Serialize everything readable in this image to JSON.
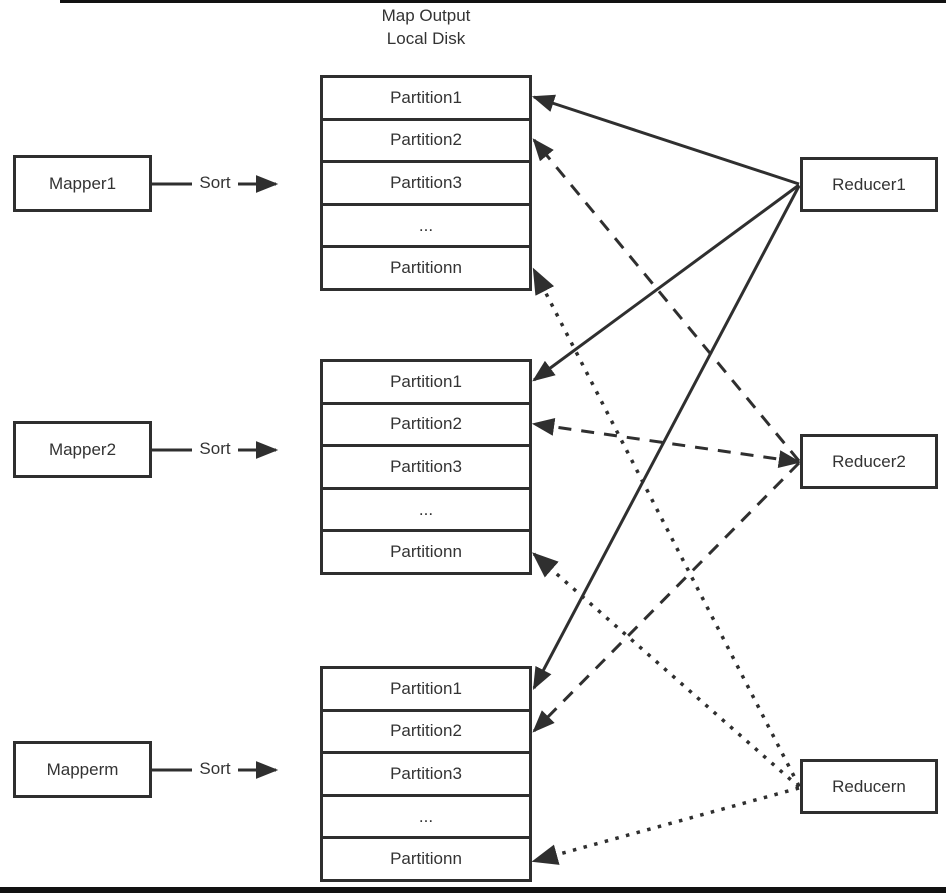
{
  "title": {
    "line1": "Map Output",
    "line2": "Local Disk"
  },
  "labels": {
    "sort": "Sort"
  },
  "mappers": [
    {
      "label": "Mapper1"
    },
    {
      "label": "Mapper2"
    },
    {
      "label": "Mapperm"
    }
  ],
  "partition_stacks": [
    {
      "rows": [
        "Partition1",
        "Partition2",
        "Partition3",
        "...",
        "Partitionn"
      ]
    },
    {
      "rows": [
        "Partition1",
        "Partition2",
        "Partition3",
        "...",
        "Partitionn"
      ]
    },
    {
      "rows": [
        "Partition1",
        "Partition2",
        "Partition3",
        "...",
        "Partitionn"
      ]
    }
  ],
  "reducers": [
    {
      "label": "Reducer1"
    },
    {
      "label": "Reducer2"
    },
    {
      "label": "Reducern"
    }
  ],
  "connections": [
    {
      "from": "Reducer1",
      "to": "Partition1 of each map output",
      "style": "solid"
    },
    {
      "from": "Reducer2",
      "to": "Partition2 of each map output",
      "style": "dashed"
    },
    {
      "from": "Reducern",
      "to": "Partitionn of each map output",
      "style": "dotted"
    },
    {
      "from": "Mapper1",
      "to": "map output stack 1",
      "style": "solid",
      "label": "Sort"
    },
    {
      "from": "Mapper2",
      "to": "map output stack 2",
      "style": "solid",
      "label": "Sort"
    },
    {
      "from": "Mapperm",
      "to": "map output stack 3",
      "style": "solid",
      "label": "Sort"
    }
  ],
  "colors": {
    "line": "#2f2f2f",
    "text": "#333333",
    "background": "#ffffff",
    "frame": "#111111"
  }
}
